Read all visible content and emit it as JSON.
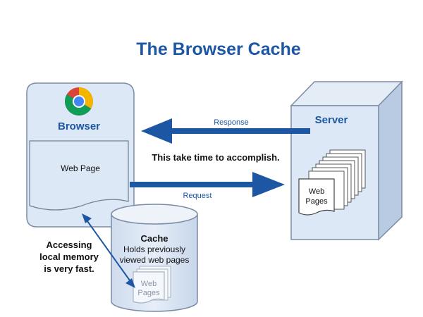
{
  "title": "The Browser Cache",
  "colors": {
    "accent": "#1d57a3",
    "box_fill": "#dce8f6",
    "box_stroke": "#7b8ca4",
    "arrow": "#1d57a3"
  },
  "browser": {
    "label": "Browser",
    "web_page_label": "Web Page",
    "logo_icon": "chrome-logo-icon"
  },
  "server": {
    "label": "Server",
    "pages_label_line1": "Web",
    "pages_label_line2": "Pages"
  },
  "cache": {
    "label": "Cache",
    "desc_line1": "Holds previously",
    "desc_line2": "viewed web pages",
    "pages_label_line1": "Web",
    "pages_label_line2": "Pages"
  },
  "arrows": {
    "response_label": "Response",
    "request_label": "Request",
    "time_note": "This take time to accomplish."
  },
  "local_note": {
    "line1": "Accessing",
    "line2": "local memory",
    "line3": "is very fast."
  }
}
